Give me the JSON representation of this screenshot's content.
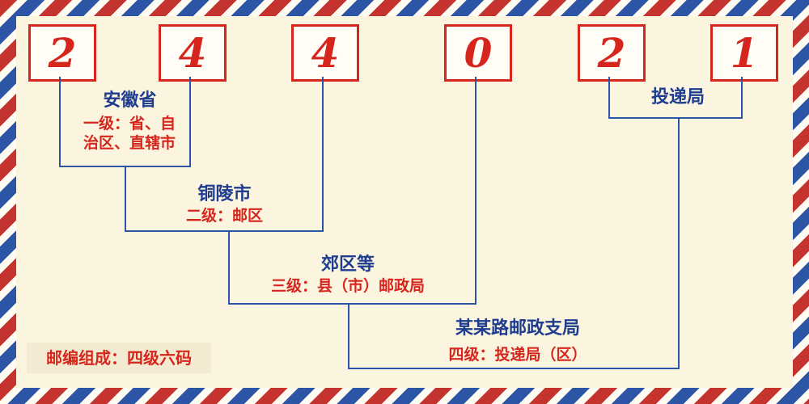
{
  "colors": {
    "digit_red": "#d6251d",
    "label_blue": "#1e3d8f",
    "desc_red": "#d6251d",
    "line_blue": "#2d55a5",
    "stripe_red": "#c5332e",
    "stripe_blue": "#2d55a5",
    "background_cream": "#fbf5e0"
  },
  "digits": [
    "2",
    "4",
    "4",
    "0",
    "2",
    "1"
  ],
  "levels": {
    "level1": {
      "name": "安徽省",
      "desc_line1": "一级：省、自",
      "desc_line2": "治区、直辖市"
    },
    "level2": {
      "name": "铜陵市",
      "desc": "二级：邮区"
    },
    "level3": {
      "name": "郊区等",
      "desc": "三级：县（市）邮政局"
    },
    "level4": {
      "name": "某某路邮政支局",
      "desc": "四级：投递局（区）"
    },
    "delivery_office": {
      "name": "投递局"
    }
  },
  "footer": {
    "note": "邮编组成：四级六码"
  }
}
